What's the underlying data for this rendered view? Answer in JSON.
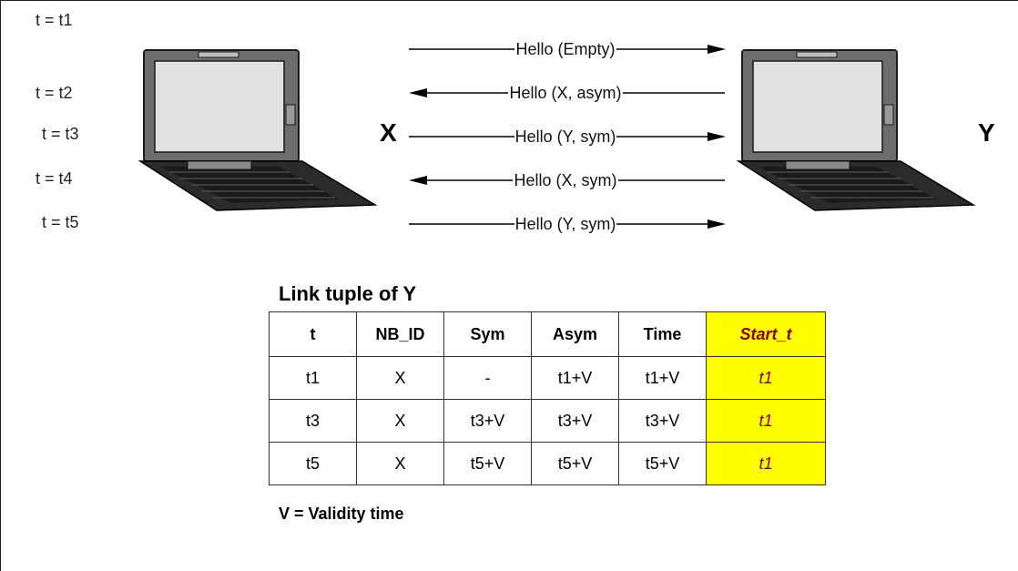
{
  "time_labels": [
    "t = t1",
    "t = t2",
    "t = t3",
    "t = t4",
    "t = t5"
  ],
  "messages": [
    {
      "label": "Hello (Empty)",
      "direction": "right"
    },
    {
      "label": "Hello (X, asym)",
      "direction": "left"
    },
    {
      "label": "Hello (Y, sym)",
      "direction": "right"
    },
    {
      "label": "Hello (X, sym)",
      "direction": "left"
    },
    {
      "label": "Hello (Y, sym)",
      "direction": "right"
    }
  ],
  "nodes": {
    "left": "X",
    "right": "Y"
  },
  "table": {
    "title": "Link tuple of Y",
    "headers": [
      "t",
      "NB_ID",
      "Sym",
      "Asym",
      "Time",
      "Start_t"
    ],
    "rows": [
      [
        "t1",
        "X",
        "-",
        "t1+V",
        "t1+V",
        "t1"
      ],
      [
        "t3",
        "X",
        "t3+V",
        "t3+V",
        "t3+V",
        "t1"
      ],
      [
        "t5",
        "X",
        "t5+V",
        "t5+V",
        "t5+V",
        "t1"
      ]
    ],
    "highlight_color": "#ffff00",
    "highlight_text_color": "#8b0000"
  },
  "footnote": "V = Validity time"
}
